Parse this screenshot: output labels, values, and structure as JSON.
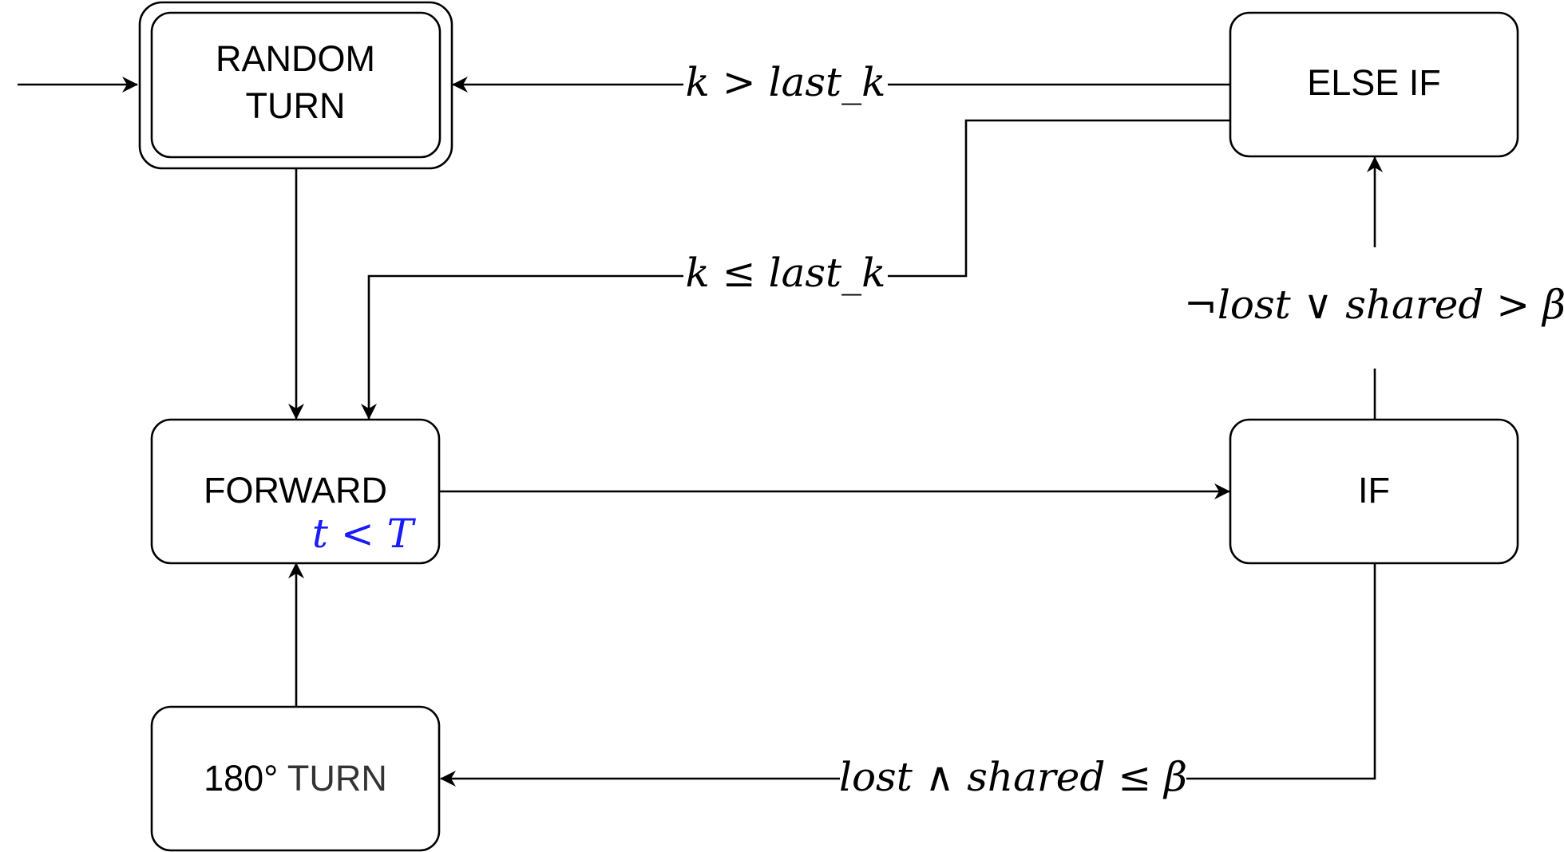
{
  "colors": {
    "stroke": "#000000",
    "node_fill": "#ffffff",
    "accent_blue": "#1a1aff",
    "grey_text": "#333333"
  },
  "nodes": {
    "random_turn": {
      "line1": "RANDOM",
      "line2": "TURN"
    },
    "else_if": {
      "label": "ELSE IF"
    },
    "forward": {
      "label": "FORWARD",
      "note": "t < T"
    },
    "if": {
      "label": "IF"
    },
    "turn_180": {
      "label_a": "180°",
      "label_b": "TURN"
    }
  },
  "edges": {
    "else_to_random": {
      "k": "k",
      "op": ">",
      "rhs": "last_k"
    },
    "else_to_forward": {
      "k": "k",
      "op": "≤",
      "rhs": "last_k"
    },
    "if_to_else": {
      "neg": "¬",
      "lost": "lost",
      "or": "∨",
      "shared": "shared",
      "op": ">",
      "beta": "β"
    },
    "if_to_turn180": {
      "lost": "lost",
      "and": "∧",
      "shared": "shared",
      "op": "≤",
      "beta": "β"
    }
  }
}
